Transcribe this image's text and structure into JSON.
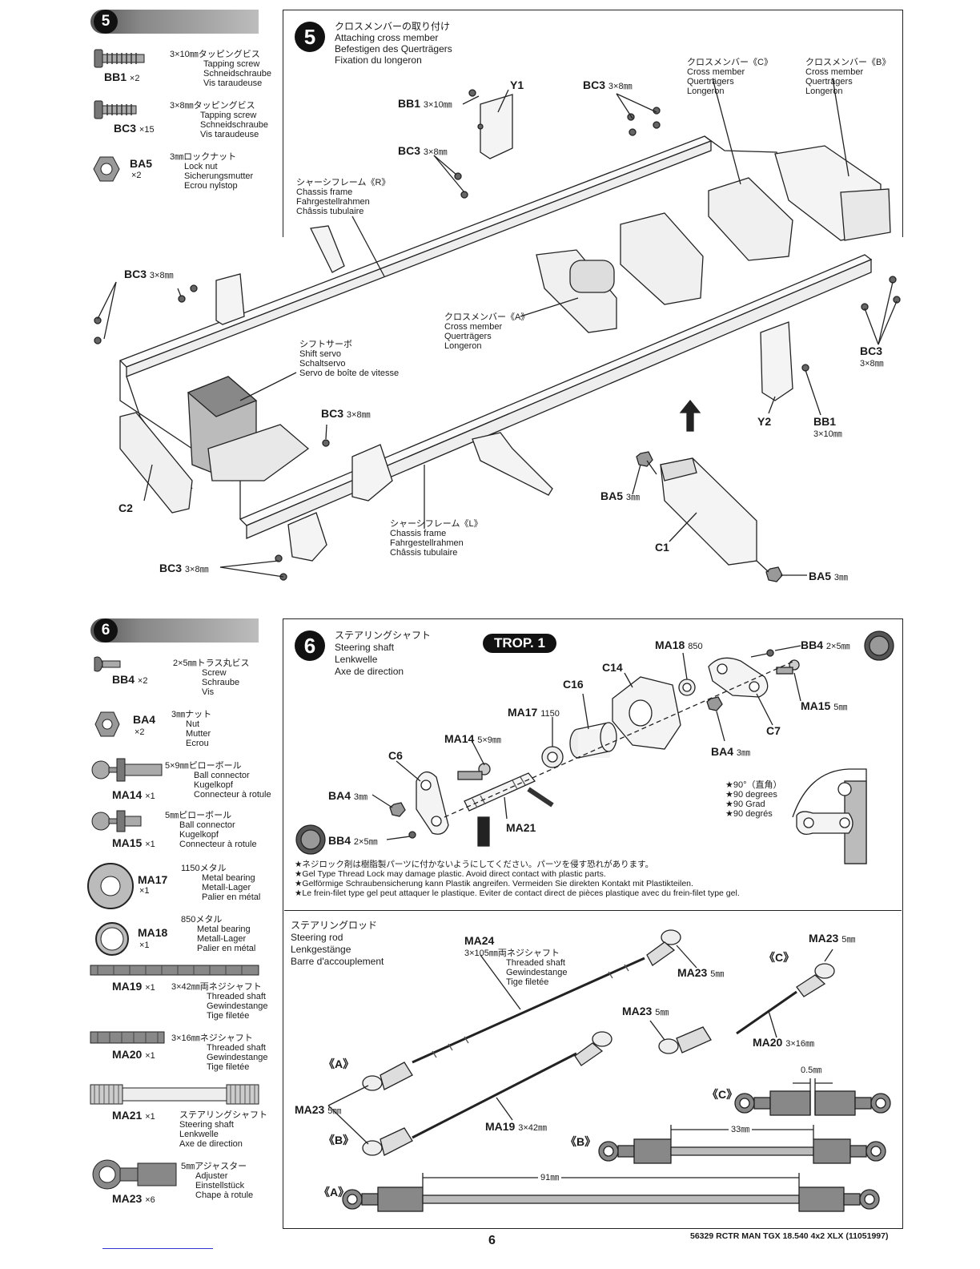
{
  "step5": {
    "number": "5",
    "title_lines": [
      "クロスメンバーの取り付け",
      "Attaching cross member",
      "Befestigen des Querträgers",
      "Fixation du longeron"
    ],
    "parts": [
      {
        "code": "BB1",
        "qty": "×2",
        "desc": [
          "3×10㎜タッピングビス",
          "Tapping screw",
          "Schneidschraube",
          "Vis taraudeuse"
        ]
      },
      {
        "code": "BC3",
        "qty": "×15",
        "desc": [
          "3×8㎜タッピングビス",
          "Tapping screw",
          "Schneidschraube",
          "Vis taraudeuse"
        ]
      },
      {
        "code": "BA5",
        "qty": "×2",
        "desc": [
          "3㎜ロックナット",
          "Lock nut",
          "Sicherungsmutter",
          "Ecrou nylstop"
        ]
      }
    ],
    "labels": {
      "cross_c": [
        "クロスメンバー《C》",
        "Cross member",
        "Querträgers",
        "Longeron"
      ],
      "cross_b": [
        "クロスメンバー《B》",
        "Cross member",
        "Querträgers",
        "Longeron"
      ],
      "cross_a": [
        "クロスメンバー《A》",
        "Cross member",
        "Querträgers",
        "Longeron"
      ],
      "frame_r": [
        "シャーシフレーム《R》",
        "Chassis frame",
        "Fahrgestellrahmen",
        "Châssis tubulaire"
      ],
      "frame_l": [
        "シャーシフレーム《L》",
        "Chassis frame",
        "Fahrgestellrahmen",
        "Châssis tubulaire"
      ],
      "servo": [
        "シフトサーボ",
        "Shift servo",
        "Schaltservo",
        "Servo de boîte de vitesse"
      ],
      "y1": "Y1",
      "y2": "Y2",
      "c1": "C1",
      "c2": "C2",
      "bb1_top": "BB1",
      "bb1_top_size": "3×10㎜",
      "bb1_right": "BB1",
      "bb1_right_size": "3×10㎜",
      "bc3": "BC3",
      "bc3_size": "3×8㎜",
      "ba5": "BA5",
      "ba5_size": "3㎜"
    }
  },
  "step6": {
    "number": "6",
    "title_lines": [
      "ステアリングシャフト",
      "Steering shaft",
      "Lenkwelle",
      "Axe de direction"
    ],
    "trop": "TROP. 1",
    "parts": [
      {
        "code": "BB4",
        "qty": "×2",
        "desc": [
          "2×5㎜トラス丸ビス",
          "Screw",
          "Schraube",
          "Vis"
        ]
      },
      {
        "code": "BA4",
        "qty": "×2",
        "desc": [
          "3㎜ナット",
          "Nut",
          "Mutter",
          "Ecrou"
        ]
      },
      {
        "code": "MA14",
        "qty": "×1",
        "desc": [
          "5×9㎜ピローボール",
          "Ball connector",
          "Kugelkopf",
          "Connecteur à rotule"
        ]
      },
      {
        "code": "MA15",
        "qty": "×1",
        "desc": [
          "5㎜ピローボール",
          "Ball connector",
          "Kugelkopf",
          "Connecteur à rotule"
        ]
      },
      {
        "code": "MA17",
        "qty": "×1",
        "desc": [
          "1150メタル",
          "Metal bearing",
          "Metall-Lager",
          "Palier en métal"
        ]
      },
      {
        "code": "MA18",
        "qty": "×1",
        "desc": [
          "850メタル",
          "Metal bearing",
          "Metall-Lager",
          "Palier en métal"
        ]
      },
      {
        "code": "MA19",
        "qty": "×1",
        "desc": [
          "3×42㎜両ネジシャフト",
          "Threaded shaft",
          "Gewindestange",
          "Tige filetée"
        ]
      },
      {
        "code": "MA20",
        "qty": "×1",
        "desc": [
          "3×16㎜ネジシャフト",
          "Threaded shaft",
          "Gewindestange",
          "Tige filetée"
        ]
      },
      {
        "code": "MA21",
        "qty": "×1",
        "desc": [
          "ステアリングシャフト",
          "Steering shaft",
          "Lenkwelle",
          "Axe de direction"
        ]
      },
      {
        "code": "MA23",
        "qty": "×6",
        "desc": [
          "5㎜アジャスター",
          "Adjuster",
          "Einstellstück",
          "Chape à rotule"
        ]
      }
    ],
    "labels": {
      "ma18": "MA18",
      "ma18_size": "850",
      "ma17": "MA17",
      "ma17_size": "1150",
      "ma14": "MA14",
      "ma14_size": "5×9㎜",
      "ma15": "MA15",
      "ma15_size": "5㎜",
      "ma21": "MA21",
      "c14": "C14",
      "c16": "C16",
      "c6": "C6",
      "c7": "C7",
      "bb4": "BB4",
      "bb4_size": "2×5㎜",
      "ba4": "BA4",
      "ba4_size": "3㎜",
      "angle": [
        "★90°（直角）",
        "★90 degrees",
        "★90 Grad",
        "★90 degrés"
      ]
    },
    "warnings": [
      "★ネジロック剤は樹脂製パーツに付かないようにしてください。パーツを侵す恐れがあります。",
      "★Gel Type Thread Lock may damage plastic. Avoid direct contact with plastic parts.",
      "★Gelförmige Schraubensicherung kann Plastik angreifen. Vermeiden Sie direkten Kontakt mit Plastikteilen.",
      "★Le frein-filet type gel peut attaquer le plastique. Eviter de contact direct de pièces plastique avec du frein-filet type gel."
    ],
    "rod": {
      "title_lines": [
        "ステアリングロッド",
        "Steering rod",
        "Lenkgestänge",
        "Barre d'accouplement"
      ],
      "ma24": "MA24",
      "ma24_desc": [
        "3×105㎜両ネジシャフト",
        "Threaded shaft",
        "Gewindestange",
        "Tige filetée"
      ],
      "ma23": "MA23",
      "ma23_size": "5㎜",
      "ma20": "MA20",
      "ma20_size": "3×16㎜",
      "ma19": "MA19",
      "ma19_size": "3×42㎜",
      "tag_a": "《A》",
      "tag_b": "《B》",
      "tag_c": "《C》",
      "dim_gap": "0.5㎜",
      "dim_33": "33㎜",
      "dim_91": "91㎜"
    }
  },
  "footer": {
    "page_number": "6",
    "product": "56329 RCTR MAN TGX 18.540 4x2 XLX (11051997)"
  }
}
